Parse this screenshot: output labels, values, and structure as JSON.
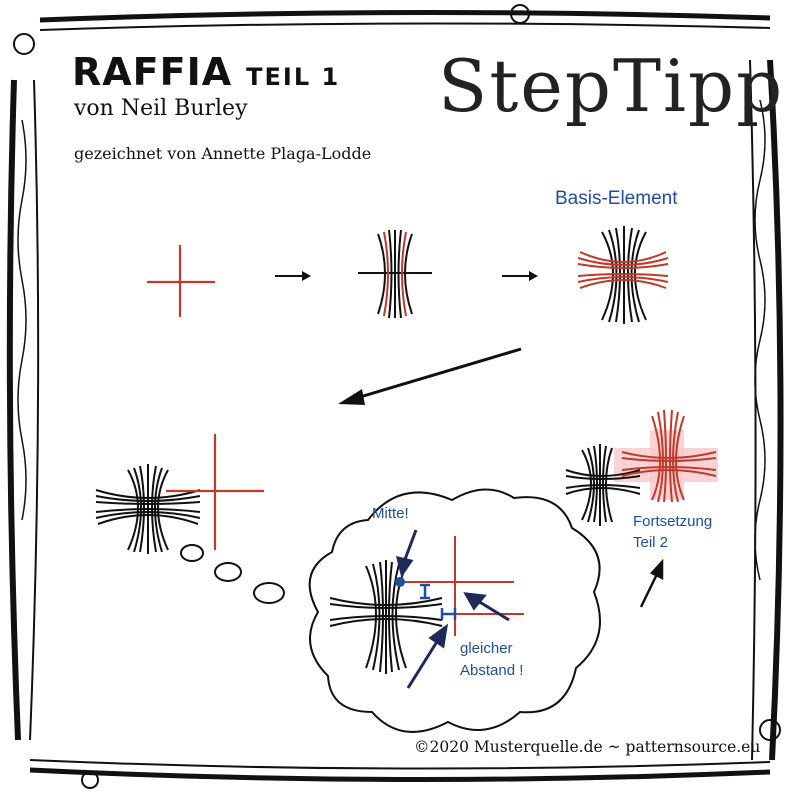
{
  "title": "RAFFIA",
  "part": "TEIL 1",
  "author": "von Neil Burley",
  "drawn_by": "gezeichnet von Annette Plaga-Lodde",
  "logo": "StepTipp",
  "labels": {
    "basis": "Basis-Element",
    "mitte": "Mitte!",
    "gleicher_line1": "gleicher",
    "gleicher_line2": "Abstand !",
    "fortsetzung_line1": "Fortsetzung",
    "fortsetzung_line2": "Teil 2"
  },
  "copyright": "©2020 Musterquelle.de ~ patternsource.eu",
  "colors": {
    "ink": "#111111",
    "red": "#c0392b",
    "blue": "#1f4ea0",
    "pink": "#f6c9cc"
  }
}
